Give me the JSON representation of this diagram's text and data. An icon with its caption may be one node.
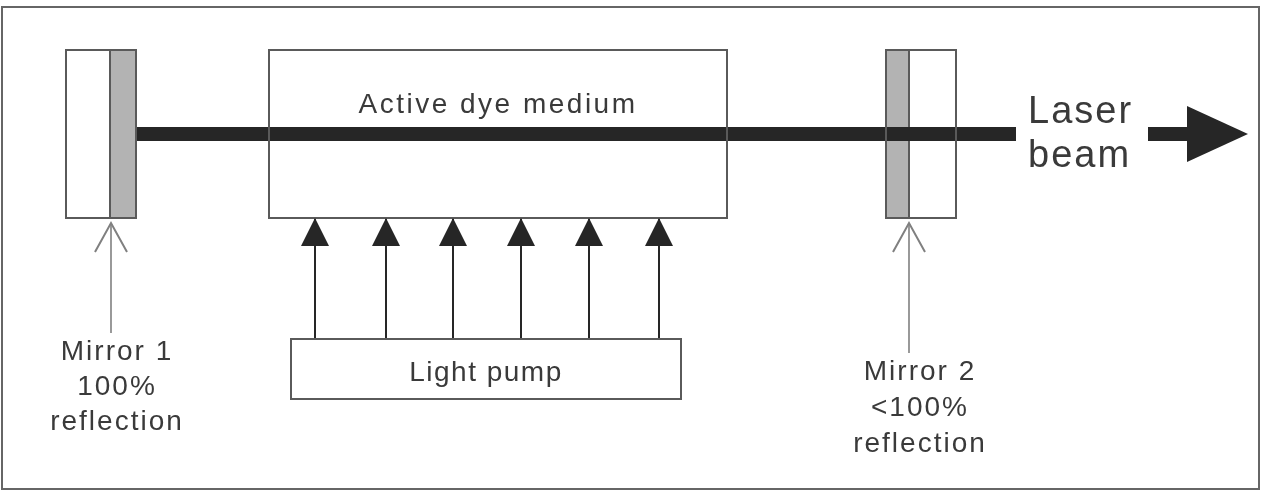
{
  "diagram": {
    "nodes": [
      {
        "text": [],
        "shape": "box"
      },
      {
        "text": [
          "Active dye medium"
        ]
      },
      {
        "text": [],
        "shape": "box"
      },
      {
        "text": [
          "Laser beam"
        ]
      },
      {
        "text": [
          "Mirror 1 100% reflection"
        ]
      },
      {
        "text": [
          "Light pump"
        ]
      },
      {
        "text": [
          "Mirror 2 <100% reflection"
        ]
      }
    ],
    "edges": [
      {
        "from": 0,
        "to": 1,
        "arrow": "none",
        "style": "thick"
      },
      {
        "from": 1,
        "to": 2,
        "arrow": "none",
        "style": "thick"
      },
      {
        "from": 2,
        "to": 3,
        "arrow": "none",
        "style": "thick"
      },
      {
        "from": 3,
        "to": null,
        "arrow": "to",
        "style": "thick"
      },
      {
        "from": 4,
        "to": 0,
        "arrow": "to",
        "color": "#808080"
      },
      {
        "from": 5,
        "to": 1,
        "arrow": "to"
      },
      {
        "from": 5,
        "to": 1,
        "arrow": "to"
      },
      {
        "from": 5,
        "to": 1,
        "arrow": "to"
      },
      {
        "from": 5,
        "to": 1,
        "arrow": "to"
      },
      {
        "from": 5,
        "to": 1,
        "arrow": "to"
      },
      {
        "from": 5,
        "to": 1,
        "arrow": "to"
      },
      {
        "from": 6,
        "to": 2,
        "arrow": "to",
        "color": "#808080"
      }
    ]
  }
}
